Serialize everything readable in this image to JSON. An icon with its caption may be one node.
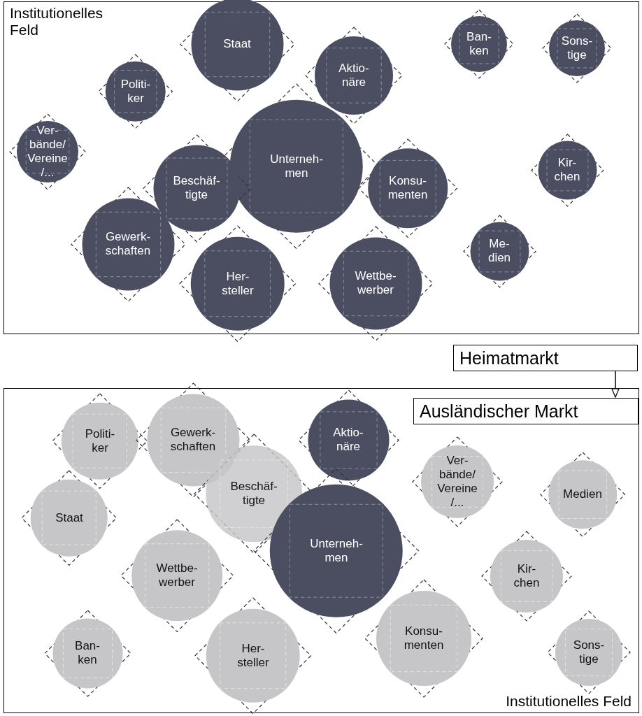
{
  "diagram": {
    "nodes": [
      {
        "text": [
          "Institutionelles Feld"
        ]
      },
      {
        "text": [
          "Staat"
        ],
        "in": 0
      },
      {
        "text": [
          "Politi- ker"
        ],
        "in": 0
      },
      {
        "text": [
          "Aktio- näre"
        ],
        "in": 0
      },
      {
        "text": [
          "Ban- ken"
        ],
        "in": 0
      },
      {
        "text": [
          "Sons- tige"
        ],
        "in": 0
      },
      {
        "text": [
          "Ver- bände/ Vereine /..."
        ],
        "in": 0
      },
      {
        "text": [
          "Unterneh- men"
        ],
        "in": 0
      },
      {
        "text": [
          "Beschäf- tigte"
        ],
        "in": 0
      },
      {
        "text": [
          "Konsu- menten"
        ],
        "in": 0
      },
      {
        "text": [
          "Kir- chen"
        ],
        "in": 0
      },
      {
        "text": [
          "Gewerk- schaften"
        ],
        "in": 0
      },
      {
        "text": [
          "Me- dien"
        ],
        "in": 0
      },
      {
        "text": [
          "Her- steller"
        ],
        "in": 0
      },
      {
        "text": [
          "Wettbe- werber"
        ],
        "in": 0
      },
      {
        "text": [
          "Heimatmarkt"
        ]
      },
      {
        "text": [
          "Institutionelles Feld"
        ]
      },
      {
        "text": [
          "Ausländischer Markt"
        ],
        "in": 16
      },
      {
        "text": [
          "Politi- ker"
        ],
        "in": 16
      },
      {
        "text": [
          "Gewerk- schaften"
        ],
        "in": 16
      },
      {
        "text": [
          "Aktio- näre"
        ],
        "in": 16
      },
      {
        "text": [
          "Staat"
        ],
        "in": 16
      },
      {
        "text": [
          "Beschäf- tigte"
        ],
        "in": 16
      },
      {
        "text": [
          "Unterneh- men"
        ],
        "in": 16
      },
      {
        "text": [
          "Ver- bände/ Vereine /..."
        ],
        "in": 16
      },
      {
        "text": [
          "Medien"
        ],
        "in": 16
      },
      {
        "text": [
          "Wettbe- werber"
        ],
        "in": 16
      },
      {
        "text": [
          "Kir- chen"
        ],
        "in": 16
      },
      {
        "text": [
          "Konsu- menten"
        ],
        "in": 16
      },
      {
        "text": [
          "Ban- ken"
        ],
        "in": 16
      },
      {
        "text": [
          "Her- steller"
        ],
        "in": 16
      },
      {
        "text": [
          "Sons- tige"
        ],
        "in": 16
      }
    ],
    "edges": [
      {
        "from": 15,
        "to": 17,
        "arrow": "to"
      }
    ]
  }
}
